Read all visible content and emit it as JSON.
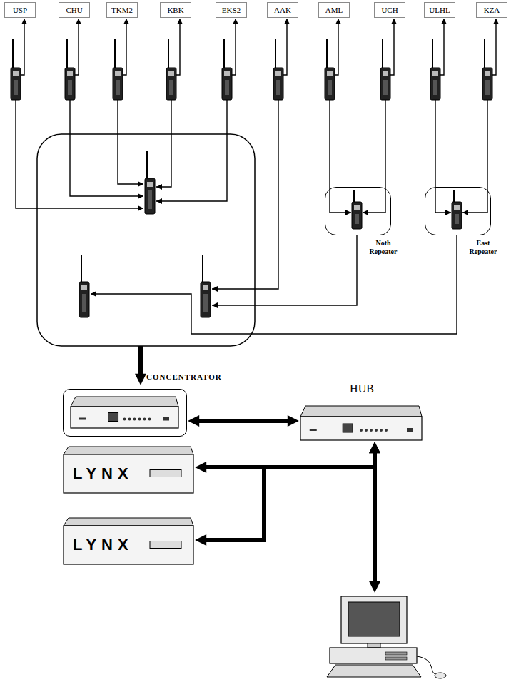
{
  "diagram": {
    "nodes": [
      {
        "text": [
          "USP"
        ]
      },
      {
        "text": [
          "CHU"
        ]
      },
      {
        "text": [
          "TKM2"
        ]
      },
      {
        "text": [
          "KBK"
        ]
      },
      {
        "text": [
          "EKS2"
        ]
      },
      {
        "text": [
          "AAK"
        ]
      },
      {
        "text": [
          "AML"
        ]
      },
      {
        "text": [
          "UCH"
        ]
      },
      {
        "text": [
          "ULHL"
        ]
      },
      {
        "text": [
          "KZA"
        ]
      },
      {
        "text": [
          "Noth Repeater"
        ]
      },
      {
        "text": [
          "East Repeater"
        ]
      },
      {
        "text": [
          "CONCENTRATOR"
        ]
      },
      {
        "text": [
          "HUB"
        ]
      },
      {
        "text": [
          "LYNX"
        ]
      },
      {
        "text": [
          "LYNX"
        ]
      }
    ],
    "edges": [
      {
        "from": 12,
        "to": 13,
        "arrow": "both"
      },
      {
        "from": 13,
        "to": 14,
        "arrow": "both"
      },
      {
        "from": 13,
        "to": 15,
        "arrow": "both"
      }
    ]
  }
}
